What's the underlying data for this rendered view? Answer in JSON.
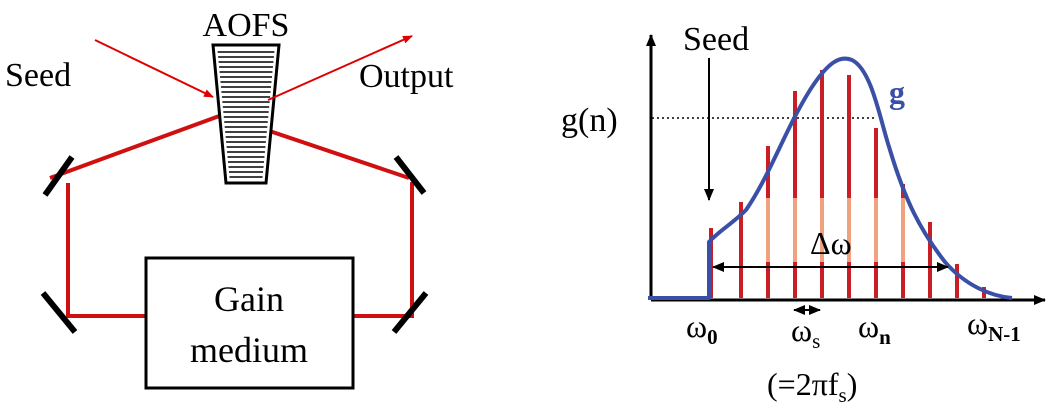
{
  "left_diagram": {
    "aofs_label": "AOFS",
    "seed_label": "Seed",
    "output_label": "Output",
    "gain_label_line1": "Gain",
    "gain_label_line2": "medium"
  },
  "spectrum": {
    "seed_label": "Seed",
    "g_label": "g",
    "gn_label": "g(n)",
    "delta_label": "Δω",
    "omega_0": {
      "base": "ω",
      "sub": "0"
    },
    "omega_s": {
      "base": "ω",
      "sub": "s"
    },
    "omega_n": {
      "base": "ω",
      "sub": "n"
    },
    "omega_N1": {
      "base": "ω",
      "sub": "N-1"
    },
    "formula": {
      "prefix": "(=2πf",
      "sub": "s",
      "suffix": ")"
    }
  },
  "colors": {
    "beam": "#e00000",
    "cavity": "#d01010",
    "curve": "#3a4fa6",
    "line_dark": "#c81e24",
    "line_light": "#f0a27f",
    "text": "#000000"
  }
}
